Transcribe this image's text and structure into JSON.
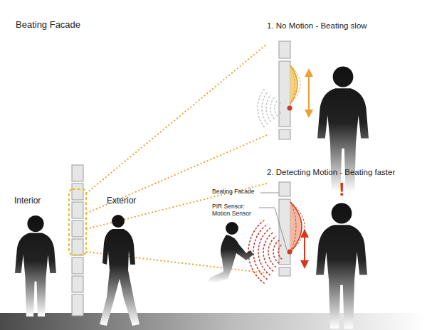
{
  "diagram": {
    "title": "Beating Facade",
    "labels": [
      "1. No Motion - Beating slow",
      "Interior",
      "Exterior",
      "2. Detecting Motion - Beating faster",
      "Beating Facade",
      "PIR Sensor: Motion Sensor",
      "!"
    ]
  }
}
